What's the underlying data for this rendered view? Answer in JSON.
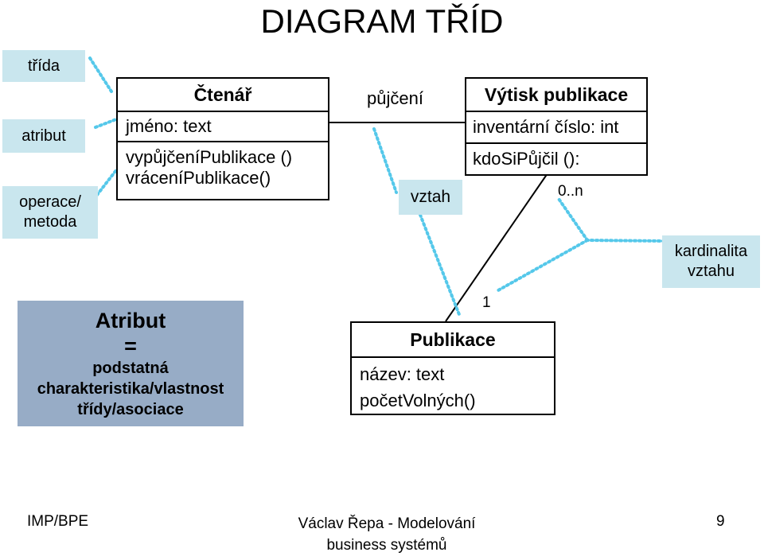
{
  "title": "DIAGRAM TŘÍD",
  "legend": {
    "trida": "třída",
    "atribut": "atribut",
    "operace": [
      "operace/",
      "metoda"
    ],
    "kardinalita": [
      "kardinalita",
      "vztahu"
    ]
  },
  "classes": {
    "ctenar": {
      "name": "Čtenář",
      "attributes": [
        "jméno: text"
      ],
      "operations": [
        "vypůjčeníPublikace ()",
        "vráceníPublikace()"
      ]
    },
    "vytisk": {
      "name": "Výtisk publikace",
      "attributes": [
        "inventární číslo: int"
      ],
      "operations": [
        "kdoSiPůjčil ():"
      ]
    },
    "publikace": {
      "name": "Publikace",
      "attributes": [
        "název: text",
        "početVolných()"
      ]
    }
  },
  "relation": {
    "name": "půjčení",
    "vztah": "vztah",
    "mult_many": "0..n",
    "mult_one": "1"
  },
  "note": {
    "lines": [
      "Atribut",
      "=",
      "podstatná",
      "charakteristika/vlastnost",
      "třídy/asociace"
    ]
  },
  "footer": {
    "left": "IMP/BPE",
    "center": [
      "Václav Řepa - Modelování",
      "business systémů"
    ],
    "page": "9"
  },
  "colors": {
    "legend_bg": "#c9e6ee",
    "dotted_line": "#55c8ea",
    "note_bg": "#97acc6"
  }
}
